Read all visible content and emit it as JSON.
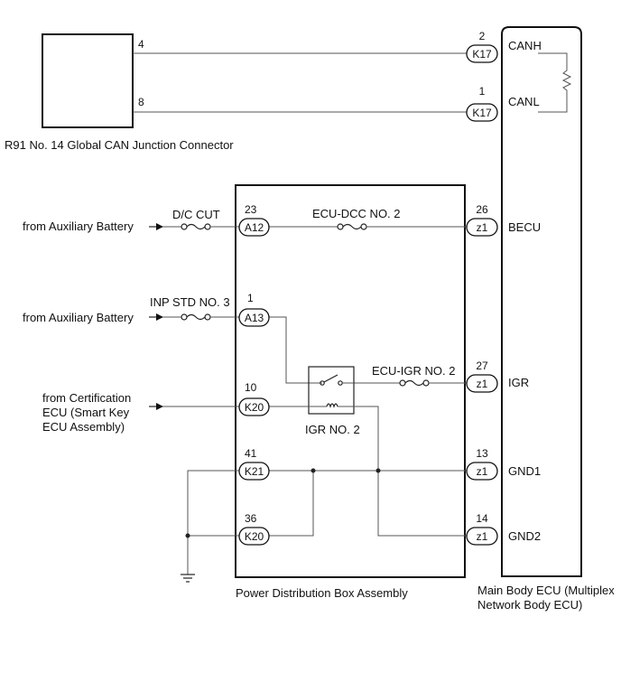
{
  "components": {
    "junction_connector": "R91  No. 14 Global CAN Junction Connector",
    "pdb": "Power Distribution Box Assembly",
    "ecu_line1": "Main Body ECU (Multiplex",
    "ecu_line2": "Network Body ECU)"
  },
  "sources": {
    "aux1": "from Auxiliary Battery",
    "aux2": "from Auxiliary Battery",
    "cert1": "from Certification",
    "cert2": "ECU (Smart Key",
    "cert3": "ECU Assembly)"
  },
  "fuses": {
    "dc_cut": "D/C CUT",
    "inp_std": "INP STD NO. 3",
    "ecu_dcc": "ECU-DCC NO. 2",
    "ecu_igr": "ECU-IGR NO. 2"
  },
  "relay": {
    "name": "IGR NO. 2"
  },
  "junction_pins": {
    "p4": "4",
    "p8": "8"
  },
  "pdb_connectors": [
    {
      "pin": "23",
      "code": "A12"
    },
    {
      "pin": "1",
      "code": "A13"
    },
    {
      "pin": "10",
      "code": "K20"
    },
    {
      "pin": "41",
      "code": "K21"
    },
    {
      "pin": "36",
      "code": "K20"
    }
  ],
  "ecu_connectors": [
    {
      "pin": "2",
      "code": "K17",
      "signal": "CANH"
    },
    {
      "pin": "1",
      "code": "K17",
      "signal": "CANL"
    },
    {
      "pin": "26",
      "code": "z1",
      "signal": "BECU"
    },
    {
      "pin": "27",
      "code": "z1",
      "signal": "IGR"
    },
    {
      "pin": "13",
      "code": "z1",
      "signal": "GND1"
    },
    {
      "pin": "14",
      "code": "z1",
      "signal": "GND2"
    }
  ]
}
